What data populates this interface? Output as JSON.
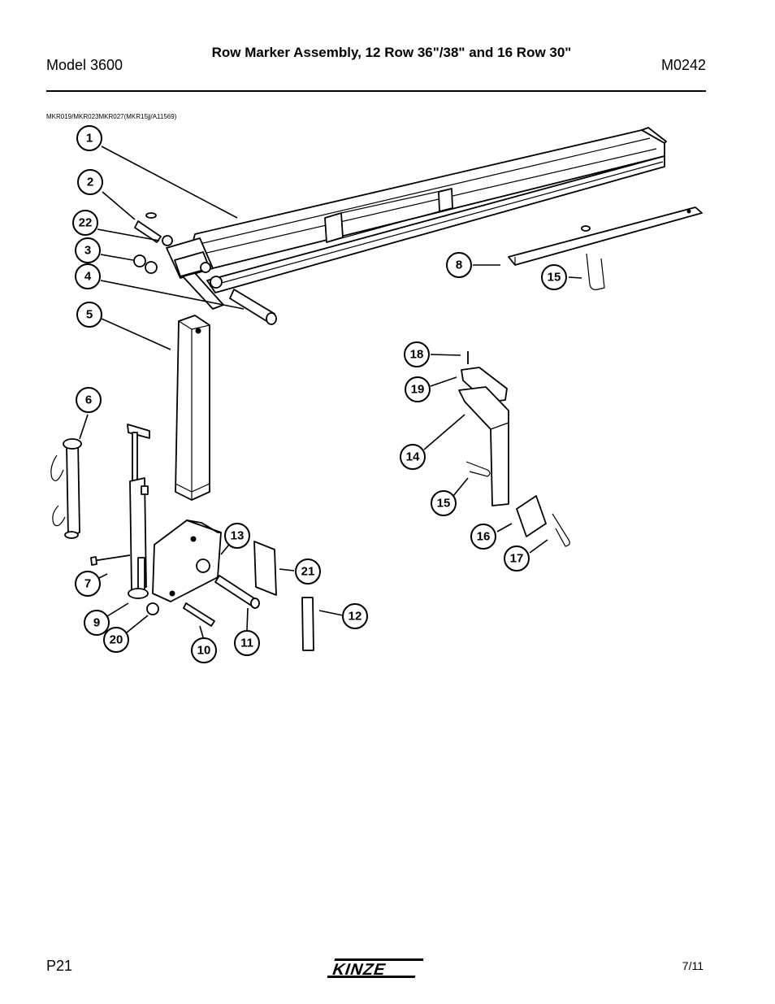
{
  "header": {
    "model": "Model 3600",
    "title": "Row Marker Assembly, 12 Row 36\"/38\" and 16 Row 30\"",
    "doc_code": "M0242"
  },
  "drawing_id": "MKR019/MKR023MKR027(MKR15jj/A11569)",
  "callouts": [
    "1",
    "2",
    "22",
    "3",
    "4",
    "5",
    "6",
    "7",
    "9",
    "20",
    "10",
    "11",
    "13",
    "21",
    "12",
    "8",
    "15",
    "18",
    "19",
    "14",
    "15",
    "16",
    "17"
  ],
  "footer": {
    "page": "P21",
    "logo_text": "KINZE",
    "date": "7/11"
  }
}
